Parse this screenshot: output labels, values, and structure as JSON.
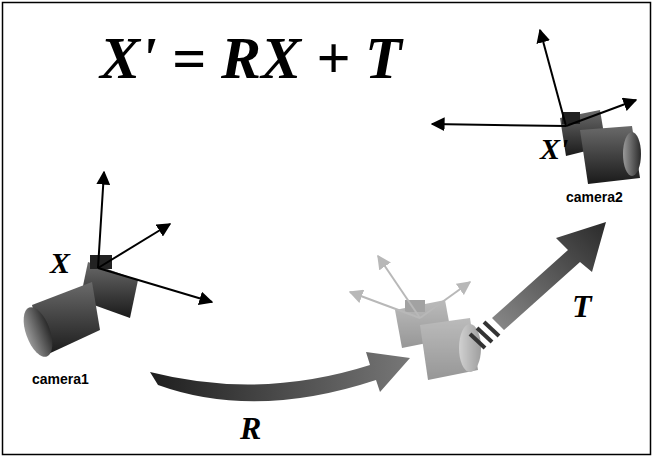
{
  "diagram": {
    "labels": [
      "X' = RX + T",
      "X",
      "camera1",
      "R",
      "T",
      "X'",
      "camera2"
    ]
  }
}
